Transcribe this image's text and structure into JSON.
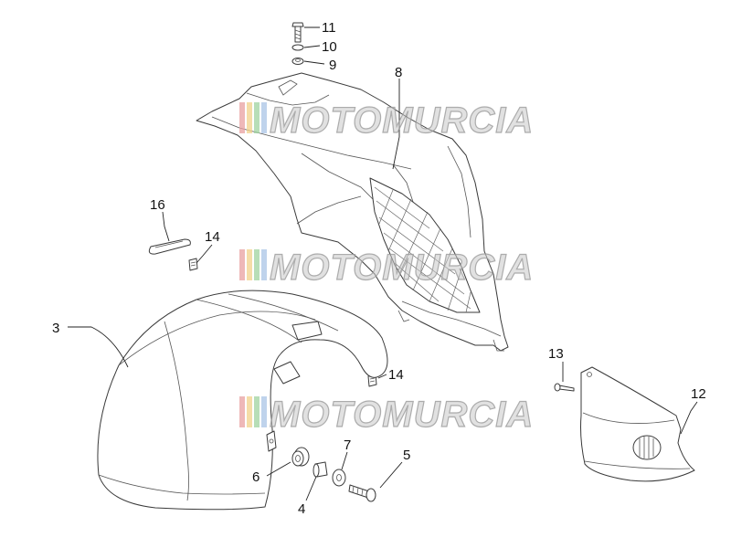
{
  "watermark": {
    "text": "MOTOMURCIA",
    "stripe_colors": [
      "#e8a0a0",
      "#f2d28a",
      "#9fd39f",
      "#a9c4e6"
    ]
  },
  "callouts": {
    "c3": "3",
    "c4": "4",
    "c5": "5",
    "c6": "6",
    "c7": "7",
    "c8": "8",
    "c9": "9",
    "c10": "10",
    "c11": "11",
    "c12": "12",
    "c13": "13",
    "c14a": "14",
    "c14b": "14",
    "c16": "16"
  }
}
